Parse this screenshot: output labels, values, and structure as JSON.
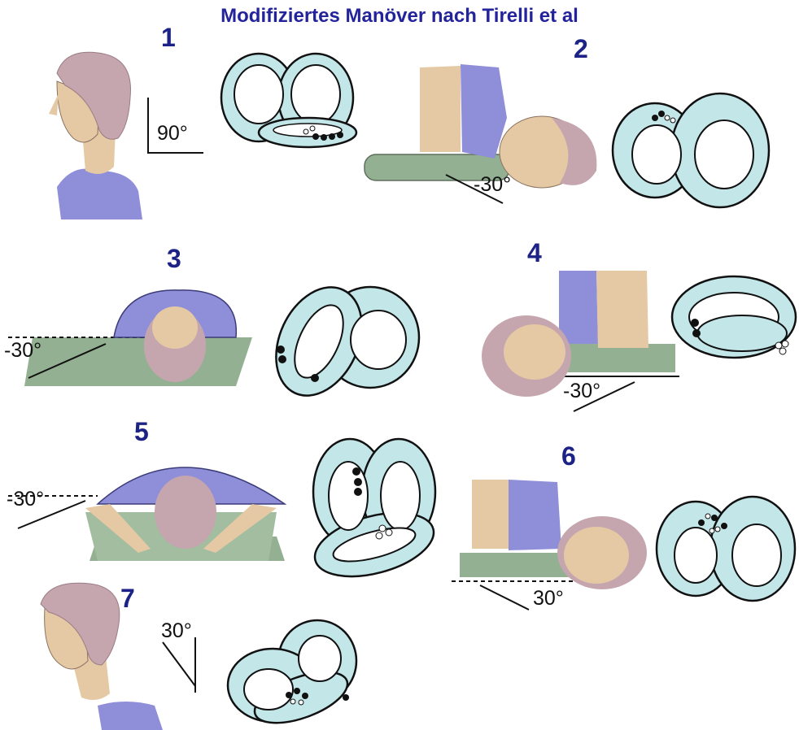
{
  "title": "Modifiziertes Manöver nach Tirelli et al",
  "steps": [
    {
      "number": "1",
      "angle": "90°"
    },
    {
      "number": "2",
      "angle": "-30°"
    },
    {
      "number": "3",
      "angle": "-30°"
    },
    {
      "number": "4",
      "angle": "-30°"
    },
    {
      "number": "5",
      "angle": "-30°"
    },
    {
      "number": "6",
      "angle": "30°"
    },
    {
      "number": "7",
      "angle": "30°"
    }
  ],
  "colors": {
    "title": "#23249b",
    "number": "#1c2286",
    "labyrinth_fill": "#c3e6e8",
    "shirt": "#8e8ed9",
    "skin": "#e5c9a4",
    "hair": "#c6a6ae",
    "table": "#94b092"
  }
}
